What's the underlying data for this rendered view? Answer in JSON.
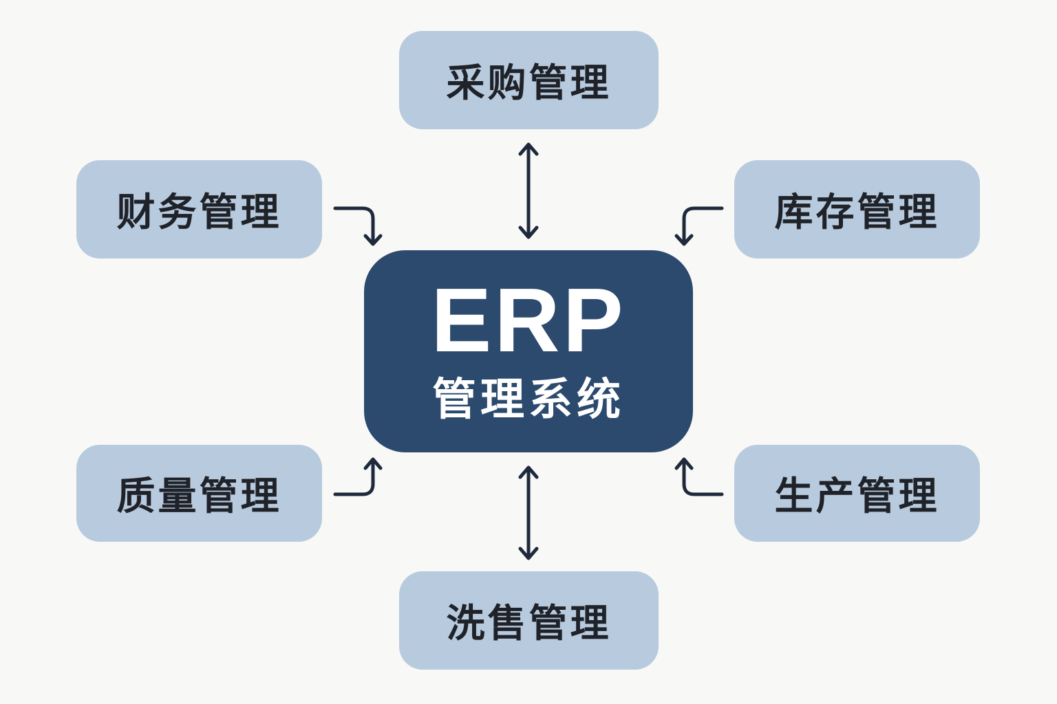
{
  "diagram": {
    "core": {
      "title": "ERP",
      "subtitle": "管理系统"
    },
    "modules": {
      "purchase": "采购管理",
      "finance": "财务管理",
      "inventory": "库存管理",
      "quality": "质量管理",
      "production": "生产管理",
      "sales": "洗售管理"
    },
    "connections": [
      {
        "from": "purchase",
        "to": "core",
        "type": "bidirectional"
      },
      {
        "from": "finance",
        "to": "core",
        "type": "one-way"
      },
      {
        "from": "inventory",
        "to": "core",
        "type": "one-way"
      },
      {
        "from": "quality",
        "to": "core",
        "type": "one-way"
      },
      {
        "from": "production",
        "to": "core",
        "type": "one-way"
      },
      {
        "from": "sales",
        "to": "core",
        "type": "bidirectional"
      }
    ],
    "colors": {
      "background": "#f8f8f6",
      "module_fill": "#b8cade",
      "core_fill": "#2c4a6e",
      "arrow": "#1e2a3c",
      "module_text": "#1f2329",
      "core_text": "#ffffff"
    }
  }
}
